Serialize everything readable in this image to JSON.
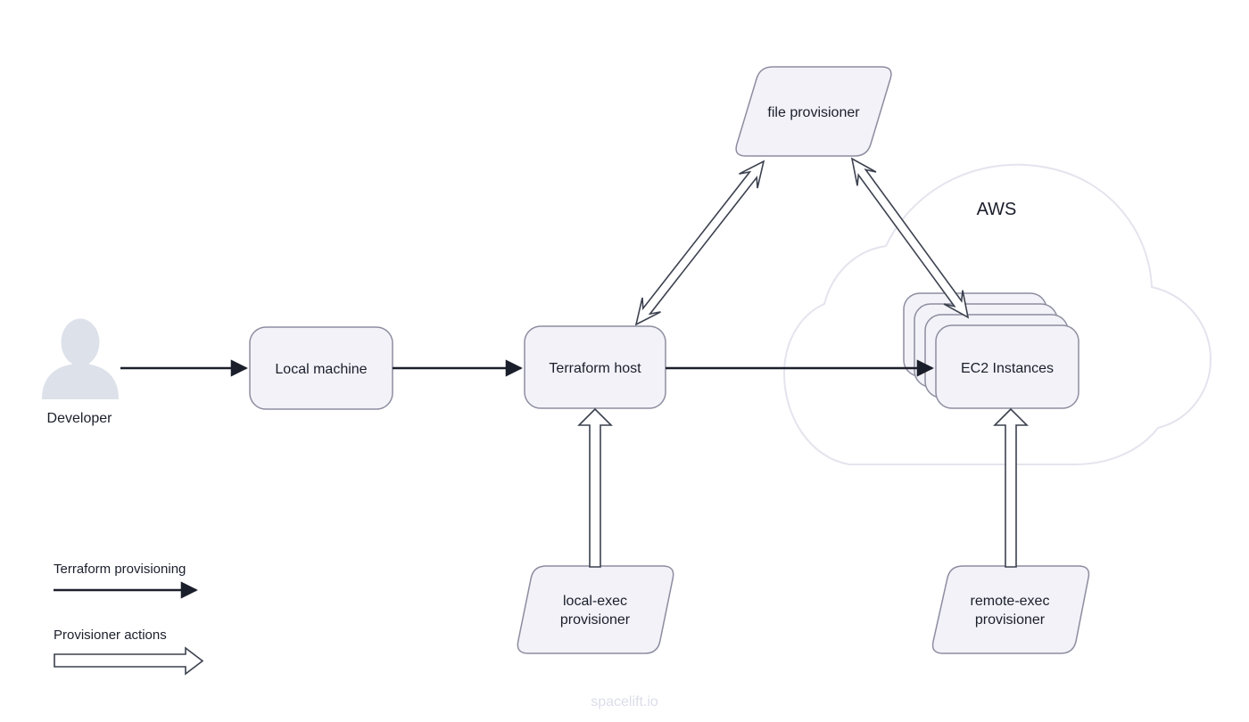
{
  "diagram": {
    "developer_label": "Developer",
    "aws_label": "AWS",
    "nodes": {
      "local_machine": "Local machine",
      "terraform_host": "Terraform host",
      "ec2_instances": "EC2 Instances",
      "file_provisioner": "file provisioner",
      "local_exec_line1": "local-exec",
      "local_exec_line2": "provisioner",
      "remote_exec_line1": "remote-exec",
      "remote_exec_line2": "provisioner"
    },
    "legend": {
      "solid_label": "Terraform provisioning",
      "hollow_label": "Provisioner actions"
    },
    "watermark": "spacelift.io",
    "colors": {
      "node_fill": "#f2f2f8",
      "node_border": "#8d8da0",
      "solid_arrow": "#1b1f2b",
      "hollow_arrow_outline": "#3c414f",
      "cloud_outline": "#e4e4ee",
      "person_icon": "#dde1e9",
      "text": "#1b1f2b",
      "watermark": "#dcdde9"
    },
    "edges": [
      {
        "type": "solid",
        "from": "Developer",
        "to": "Local machine"
      },
      {
        "type": "solid",
        "from": "Local machine",
        "to": "Terraform host"
      },
      {
        "type": "solid",
        "from": "Terraform host",
        "to": "EC2 Instances"
      },
      {
        "type": "hollow-double",
        "from": "Terraform host",
        "to": "file provisioner"
      },
      {
        "type": "hollow-double",
        "from": "EC2 Instances",
        "to": "file provisioner"
      },
      {
        "type": "hollow",
        "from": "local-exec provisioner",
        "to": "Terraform host"
      },
      {
        "type": "hollow",
        "from": "remote-exec provisioner",
        "to": "EC2 Instances"
      }
    ]
  }
}
